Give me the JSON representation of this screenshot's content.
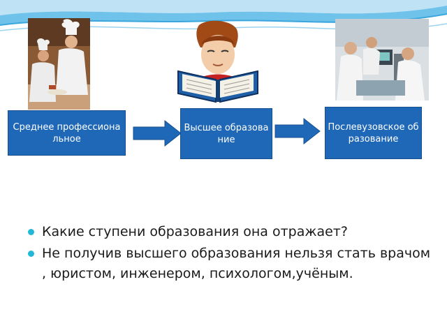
{
  "diagram": {
    "steps": [
      {
        "label": "Среднее профессиональное"
      },
      {
        "label": "Высшее образование"
      },
      {
        "label": "Послевузовское образование"
      }
    ]
  },
  "bullets": [
    "Какие ступени образования она отражает?",
    "Не получив высшего образования нельзя стать врачом , юристом, инженером, психологом,учёным."
  ],
  "colors": {
    "box_fill": "#1f68b8",
    "arrow_fill": "#1f68b8",
    "bullet": "#22b7d8",
    "wave": "#3aa6dd"
  },
  "images": {
    "left_photo": "chefs-photo",
    "center_illustration": "reader-with-book-icon",
    "right_photo": "doctors-photo"
  }
}
